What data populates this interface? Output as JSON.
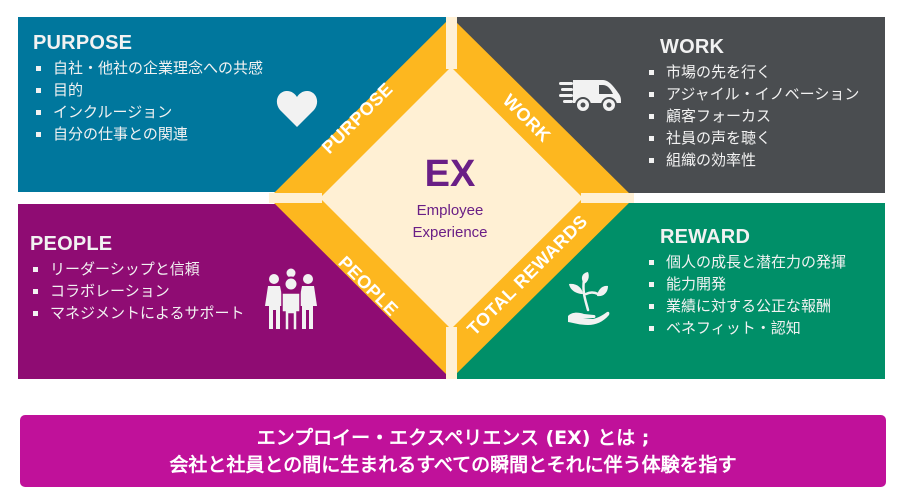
{
  "colors": {
    "purpose": "#00779d",
    "work": "#4a4d50",
    "people": "#8f0c73",
    "reward": "#008f68",
    "band": "#fdb71f",
    "center": "#fff0d4",
    "ex_text": "#6a1f86",
    "banner": "#c0119a",
    "icon": "#f2f2f2"
  },
  "center": {
    "title": "EX",
    "subtitle_line1": "Employee",
    "subtitle_line2": "Experience"
  },
  "bands": {
    "purpose": "PURPOSE",
    "work": "WORK",
    "people": "PEOPLE",
    "rewards": "TOTAL REWARDS"
  },
  "quadrants": {
    "purpose": {
      "title": "PURPOSE",
      "icon": "heart-icon",
      "items": [
        "自社・他社の企業理念への共感",
        "目的",
        "インクルージョン",
        "自分の仕事との関連"
      ]
    },
    "work": {
      "title": "WORK",
      "icon": "delivery-truck-icon",
      "items": [
        "市場の先を行く",
        "アジャイル・イノベーション",
        "顧客フォーカス",
        "社員の声を聴く",
        "組織の効率性"
      ]
    },
    "people": {
      "title": "PEOPLE",
      "icon": "people-group-icon",
      "items": [
        "リーダーシップと信頼",
        "コラボレーション",
        "マネジメントによるサポート"
      ]
    },
    "reward": {
      "title": "REWARD",
      "icon": "plant-in-hand-icon",
      "items": [
        "個人の成長と潜在力の発揮",
        "能力開発",
        "業績に対する公正な報酬",
        "ベネフィット・認知"
      ]
    }
  },
  "banner": {
    "line1": "エンプロイー・エクスペリエンス (EX) とは ;",
    "line2": "会社と社員との間に生まれるすべての瞬間とそれに伴う体験を指す"
  }
}
